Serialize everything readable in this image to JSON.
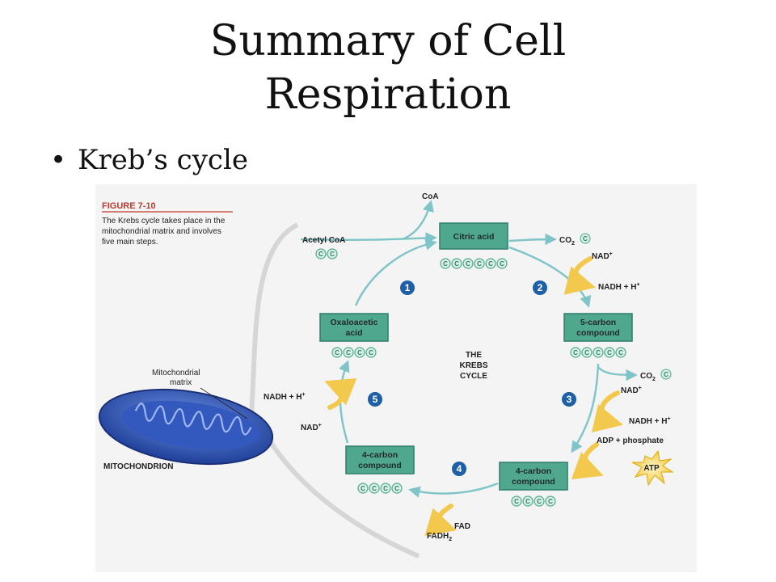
{
  "slide": {
    "title_line1": "Summary of Cell",
    "title_line2": "Respiration",
    "bullet": "Kreb’s cycle"
  },
  "figure": {
    "label": "FIGURE 7-10",
    "caption_lines": [
      "The Krebs cycle takes place in the",
      "mitochondrial matrix and involves",
      "five main steps."
    ],
    "center_lines": [
      "THE",
      "KREBS",
      "CYCLE"
    ],
    "mitochondrion_label": "MITOCHONDRION",
    "matrix_label_lines": [
      "Mitochondrial",
      "matrix"
    ],
    "carbon_letter": "C"
  },
  "compounds": {
    "citric": {
      "lines": [
        "Citric acid"
      ],
      "carbons": 6
    },
    "five_carbon": {
      "lines": [
        "5-carbon",
        "compound"
      ],
      "carbons": 5
    },
    "four_carbon_right": {
      "lines": [
        "4-carbon",
        "compound"
      ],
      "carbons": 4
    },
    "four_carbon_left": {
      "lines": [
        "4-carbon",
        "compound"
      ],
      "carbons": 4
    },
    "oxaloacetic": {
      "lines": [
        "Oxaloacetic",
        "acid"
      ],
      "carbons": 4
    }
  },
  "labels": {
    "acetyl_coa": "Acetyl CoA",
    "acetyl_carbons": 2,
    "coa": "CoA",
    "co2_a": "CO",
    "co2_b": "CO",
    "co2_sub": "2",
    "nad_a": "NAD",
    "nadh_a": "NADH + H",
    "nad_b": "NAD",
    "nadh_b": "NADH + H",
    "adp": "ADP + phosphate",
    "atp": "ATP",
    "fadh2": "FADH",
    "fadh2_sub": "2",
    "fad": "FAD",
    "nadh_c": "NADH + H",
    "nad_c": "NAD",
    "plus": "+"
  },
  "steps": [
    "1",
    "2",
    "3",
    "4",
    "5"
  ],
  "colors": {
    "box_fill": "#4fa88e",
    "box_stroke": "#2f7d6a",
    "arrow": "#7fc4c9",
    "step_circle": "#1f5fa8",
    "yellow": "#f2c94c",
    "mito_outer": "#2b4fb0",
    "mito_inner": "#4a74d4"
  }
}
